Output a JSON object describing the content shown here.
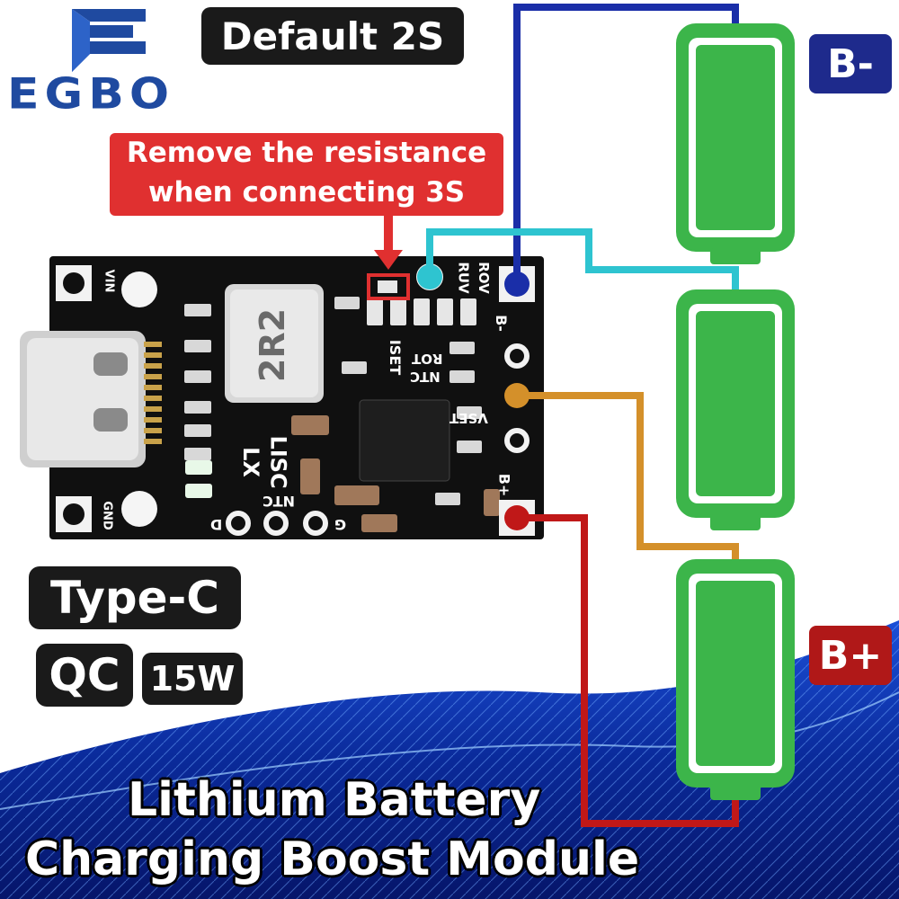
{
  "brand": {
    "name": "EGBO"
  },
  "header": {
    "default_config": "Default 2S"
  },
  "note": {
    "line1": "Remove the resistance",
    "line2": "when connecting 3S"
  },
  "terminals": {
    "b_minus": "B-",
    "b_plus": "B+"
  },
  "features": {
    "port": "Type-C",
    "protocol": "QC",
    "power": "15W"
  },
  "title": {
    "line1": "Lithium Battery",
    "line2": "Charging Boost Module"
  },
  "board_silkscreen": {
    "vin": "VIN",
    "gnd": "GND",
    "inductor": "2R2",
    "lx": "LX",
    "lisc": "LISC",
    "ntc": "NTC",
    "d": "D",
    "g": "G",
    "iset": "ISET",
    "vset": "VSET",
    "rot": "ROT",
    "ruv": "RUV",
    "rov": "ROV",
    "b_minus": "B-",
    "b_plus": "B+"
  },
  "colors": {
    "battery_green": "#3cb54a",
    "wire_blue": "#1a2ea8",
    "wire_cyan": "#2ec4d0",
    "wire_orange": "#d4902a",
    "wire_red": "#c01818",
    "b_minus_bg": "#1e2a8c",
    "b_plus_bg": "#b01818",
    "note_red": "#e03030",
    "brand_blue": "#1f4aa0"
  }
}
